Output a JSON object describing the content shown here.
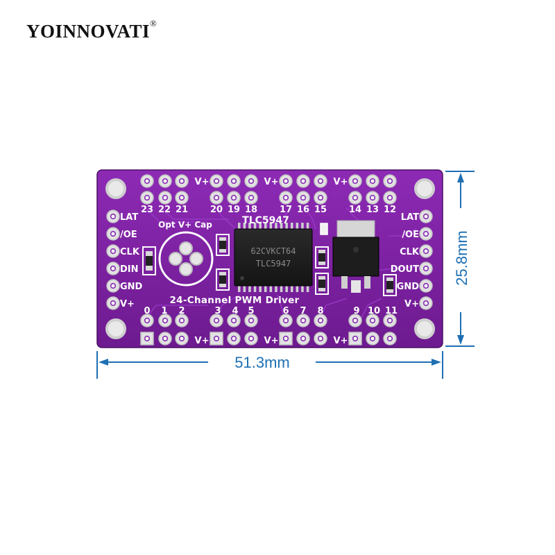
{
  "brand": {
    "name": "YOINNOVATI",
    "trademark": "®"
  },
  "board": {
    "chip_label": "TLC5947",
    "chip_marking_line1": "62CVKCT64",
    "chip_marking_line2": "TLC5947",
    "title": "24-Channel PWM Driver",
    "cap_label": "Opt V+ Cap",
    "left_pins": [
      "LAT",
      "/OE",
      "CLK",
      "DIN",
      "GND",
      "V+"
    ],
    "right_pins": [
      "LAT",
      "/OE",
      "CLK",
      "DOUT",
      "GND",
      "V+"
    ],
    "top_channels": [
      "23",
      "22",
      "21",
      "20",
      "19",
      "18",
      "17",
      "16",
      "15",
      "14",
      "13",
      "12"
    ],
    "bottom_channels": [
      "0",
      "1",
      "2",
      "3",
      "4",
      "5",
      "6",
      "7",
      "8",
      "9",
      "10",
      "11"
    ],
    "power_label": "V+"
  },
  "dimensions": {
    "width": "51.3mm",
    "height": "25.8mm"
  },
  "colors": {
    "pcb": "#7a1f9e",
    "silkscreen": "#ffffff",
    "dimension": "#1e6fb3"
  }
}
